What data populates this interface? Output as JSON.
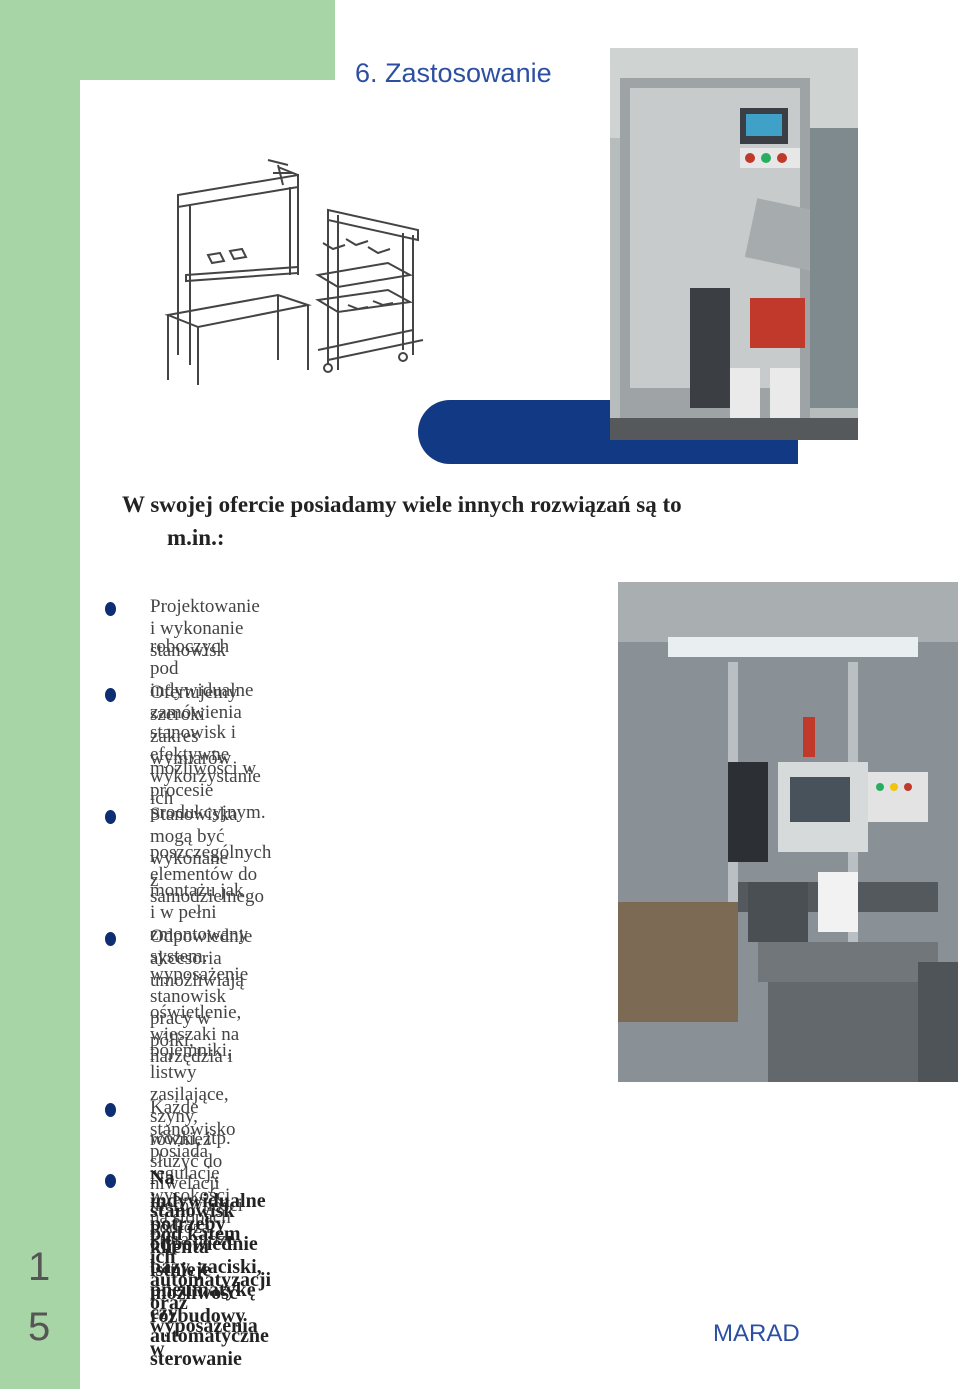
{
  "section": {
    "title": "6. Zastosowanie"
  },
  "intro": {
    "line1": "W swojej ofercie posiadamy wiele innych rozwiązań są to",
    "line2": "m.in.:"
  },
  "items": [
    {
      "lines": [
        "Projektowanie i wykonanie stanowisk",
        "roboczych pod indywidualne zamówienia"
      ]
    },
    {
      "lines": [
        "Ofertujemy szeroki zakres wymiarów",
        "stanowisk i efektywne wykorzystanie ich",
        "możliwości w procesie produkcyjnym."
      ]
    },
    {
      "lines": [
        "Stanowiska mogą być wykonane z",
        "poszczególnych elementów do samodzielnego",
        "montażu jak i w pełni zmontowany system."
      ]
    },
    {
      "lines": [
        "Odpowiednie akcesoria umożliwiają",
        "wyposażenie stanowisk pracy w półki,",
        "oświetlenie, wieszaki na narzędzia i",
        "pojemniki, listwy zasilające, szyny, wózki, itp."
      ]
    },
    {
      "lines": [
        "Każde stanowisko posiada regulację wysokości na stopach która może",
        "również służyć do niwelacji nierówności podłoża."
      ]
    },
    {
      "lines": [
        "Na indywidualne potrzeby klienta istnieje możliwość rozbudowy",
        "stanowisk pod kątem ich automatyzacji oraz wyposażenia w",
        "odpowiednie bazy, zaciski, pneumatykę czy automatyczne sterowanie"
      ]
    }
  ],
  "page_number": {
    "digit1": "1",
    "digit2": "5"
  },
  "footer": {
    "brand": "MARAD"
  },
  "colors": {
    "green": "#a8d5a6",
    "navy": "#123a84",
    "title_blue": "#2c4fa2"
  }
}
